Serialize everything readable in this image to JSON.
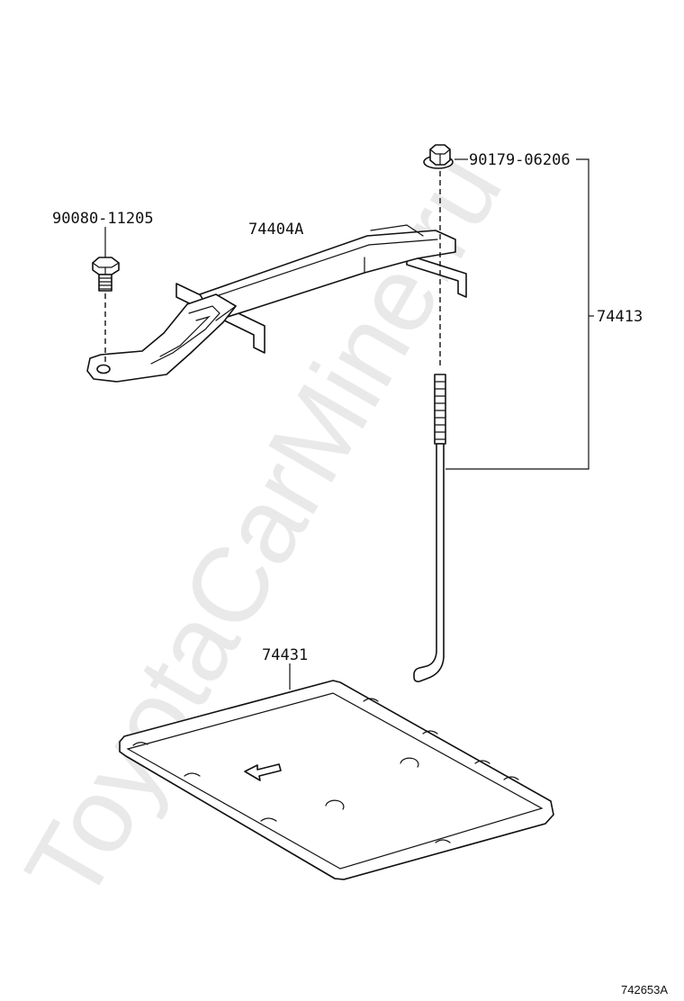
{
  "watermark": "ToyotaCarMine.ru",
  "callouts": {
    "nut_part": "90179-06206",
    "bolt_part": "90080-11205",
    "clamp_part": "74404A",
    "rod_group": "74413",
    "tray_part": "74431"
  },
  "figure_id": "742653A"
}
